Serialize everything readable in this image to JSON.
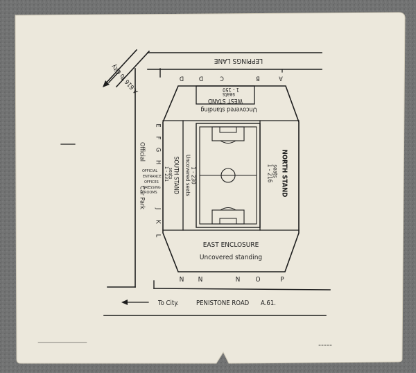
{
  "roads": {
    "a616": "A.616 To City",
    "leppings_lane": "LEPPINGS LANE",
    "to_city": "To City.",
    "penistone_road": "PENISTONE ROAD",
    "a61": "A.61."
  },
  "entrances": {
    "top": [
      "A",
      "B",
      "C",
      "D"
    ],
    "left": [
      "E",
      "F",
      "G",
      "H",
      "J",
      "K",
      "L"
    ],
    "bottom": [
      "N",
      "N",
      "N",
      "O",
      "P"
    ]
  },
  "stands": {
    "west": {
      "name": "WEST STAND",
      "seats_label": "seats",
      "seats_range": "1 - 150"
    },
    "north": {
      "name": "NORTH STAND",
      "seats_label": "seats",
      "seats_range": "1 - 216"
    },
    "south": {
      "name": "SOUTH STAND",
      "seats_label": "seats",
      "seats_range": "1 - 231"
    },
    "uncovered_seats": {
      "line1": "Uncovered seats",
      "line2": "1 - 230"
    },
    "west_uncovered": "Uncovered standing",
    "east": {
      "name": "EAST ENCLOSURE",
      "sub": "Uncovered standing"
    }
  },
  "facilities": {
    "car_park_1": "Official",
    "car_park_2": "Car Park",
    "office_1": "OFFICIAL",
    "office_2": "ENTRANCE",
    "office_3": "OFFICES",
    "office_4": "DRESSING",
    "office_5": "ROOMS"
  },
  "colors": {
    "background": "#6f7070",
    "paper": "#ece8dc",
    "ink": "#1d1d1d"
  }
}
